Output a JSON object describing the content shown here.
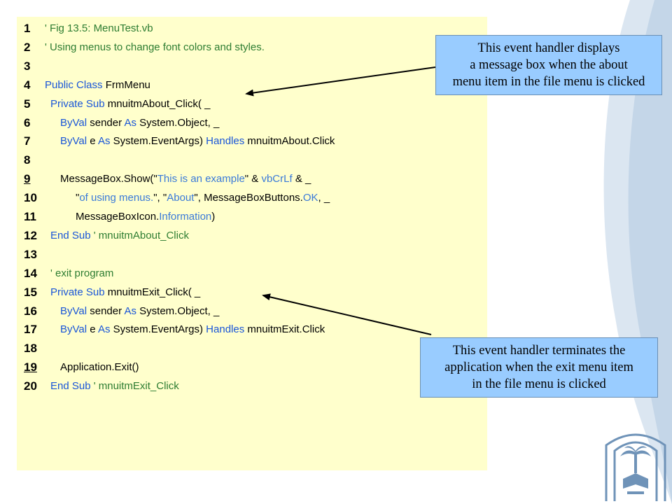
{
  "code_lines": [
    {
      "num": "1",
      "underline": false,
      "indent": 0,
      "tokens": [
        {
          "t": "' Fig 13.5: MenuTest.vb",
          "c": "cm"
        }
      ]
    },
    {
      "num": "2",
      "underline": false,
      "indent": 0,
      "tokens": [
        {
          "t": "' Using menus to change font colors and styles.",
          "c": "cm"
        }
      ]
    },
    {
      "num": "3",
      "underline": false,
      "indent": 0,
      "tokens": []
    },
    {
      "num": "4",
      "underline": false,
      "indent": 0,
      "tokens": [
        {
          "t": "Public Class ",
          "c": "kw"
        },
        {
          "t": "FrmMenu",
          "c": "tx"
        }
      ]
    },
    {
      "num": "5",
      "underline": false,
      "indent": 1,
      "tokens": [
        {
          "t": "Private Sub ",
          "c": "kw"
        },
        {
          "t": "mnuitmAbout_Click( _",
          "c": "tx"
        }
      ]
    },
    {
      "num": "6",
      "underline": false,
      "indent": 2,
      "tokens": [
        {
          "t": "ByVal ",
          "c": "kw"
        },
        {
          "t": "sender ",
          "c": "tx"
        },
        {
          "t": "As ",
          "c": "kw"
        },
        {
          "t": "System.Object, _",
          "c": "tx"
        }
      ]
    },
    {
      "num": "7",
      "underline": false,
      "indent": 2,
      "tokens": [
        {
          "t": "ByVal ",
          "c": "kw"
        },
        {
          "t": "e ",
          "c": "tx"
        },
        {
          "t": "As ",
          "c": "kw"
        },
        {
          "t": "System.EventArgs) ",
          "c": "tx"
        },
        {
          "t": "Handles ",
          "c": "kw"
        },
        {
          "t": "mnuitmAbout.Click",
          "c": "tx"
        }
      ]
    },
    {
      "num": "8",
      "underline": false,
      "indent": 0,
      "tokens": []
    },
    {
      "num": "9",
      "underline": true,
      "indent": 2,
      "tokens": [
        {
          "t": "MessageBox.Show(\"",
          "c": "tx"
        },
        {
          "t": "This is an example",
          "c": "st"
        },
        {
          "t": "\" & ",
          "c": "tx"
        },
        {
          "t": "vbCrLf",
          "c": "st"
        },
        {
          "t": " & _",
          "c": "tx"
        }
      ]
    },
    {
      "num": "10",
      "underline": false,
      "indent": 3,
      "tokens": [
        {
          "t": "\"",
          "c": "tx"
        },
        {
          "t": "of using menus.",
          "c": "st"
        },
        {
          "t": "\", \"",
          "c": "tx"
        },
        {
          "t": "About",
          "c": "st"
        },
        {
          "t": "\", MessageBoxButtons.",
          "c": "tx"
        },
        {
          "t": "OK",
          "c": "st"
        },
        {
          "t": ", _",
          "c": "tx"
        }
      ]
    },
    {
      "num": "11",
      "underline": false,
      "indent": 3,
      "tokens": [
        {
          "t": "MessageBoxIcon.",
          "c": "tx"
        },
        {
          "t": "Information",
          "c": "st"
        },
        {
          "t": ")",
          "c": "tx"
        }
      ]
    },
    {
      "num": "12",
      "underline": false,
      "indent": 1,
      "tokens": [
        {
          "t": "End Sub ",
          "c": "kw"
        },
        {
          "t": "' mnuitmAbout_Click",
          "c": "cm"
        }
      ]
    },
    {
      "num": "13",
      "underline": false,
      "indent": 0,
      "tokens": []
    },
    {
      "num": "14",
      "underline": false,
      "indent": 1,
      "tokens": [
        {
          "t": "' exit program",
          "c": "cm"
        }
      ]
    },
    {
      "num": "15",
      "underline": false,
      "indent": 1,
      "tokens": [
        {
          "t": "Private Sub ",
          "c": "kw"
        },
        {
          "t": "mnuitmExit_Click( _",
          "c": "tx"
        }
      ]
    },
    {
      "num": "16",
      "underline": false,
      "indent": 2,
      "tokens": [
        {
          "t": "ByVal ",
          "c": "kw"
        },
        {
          "t": "sender ",
          "c": "tx"
        },
        {
          "t": "As ",
          "c": "kw"
        },
        {
          "t": "System.Object, _",
          "c": "tx"
        }
      ]
    },
    {
      "num": "17",
      "underline": false,
      "indent": 2,
      "tokens": [
        {
          "t": "ByVal ",
          "c": "kw"
        },
        {
          "t": "e ",
          "c": "tx"
        },
        {
          "t": "As ",
          "c": "kw"
        },
        {
          "t": "System.EventArgs) ",
          "c": "tx"
        },
        {
          "t": "Handles ",
          "c": "kw"
        },
        {
          "t": "mnuitmExit.Click",
          "c": "tx"
        }
      ]
    },
    {
      "num": "18",
      "underline": false,
      "indent": 0,
      "tokens": []
    },
    {
      "num": "19",
      "underline": true,
      "indent": 2,
      "tokens": [
        {
          "t": "Application.Exit()",
          "c": "tx"
        }
      ]
    },
    {
      "num": "20",
      "underline": false,
      "indent": 1,
      "tokens": [
        {
          "t": "End Sub ",
          "c": "kw"
        },
        {
          "t": "' mnuitmExit_Click",
          "c": "cm"
        }
      ]
    }
  ],
  "callouts": {
    "about": {
      "lines": [
        "This event handler displays",
        "a message  box when the about",
        "menu item in the file menu is clicked"
      ]
    },
    "exit": {
      "lines": [
        "This event handler terminates the",
        "application when the exit menu item",
        "in the file menu is clicked"
      ]
    }
  },
  "colors": {
    "code_background": "#ffffcc",
    "callout_fill": "#99ccff",
    "keyword": "#1a56d8",
    "comment": "#2e7d32",
    "string": "#3a7ad9",
    "decoration": "#b7cde3"
  },
  "icons": {
    "logo": "university-seal-icon"
  }
}
